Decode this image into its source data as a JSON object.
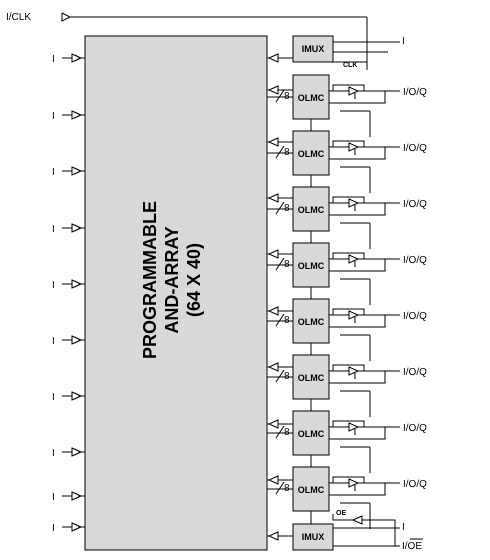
{
  "array": {
    "title_line1": "PROGRAMMABLE",
    "title_line2": "AND-ARRAY",
    "title_line3": "(64 X 40)"
  },
  "clock_input": {
    "label": "I/CLK"
  },
  "left_inputs": {
    "label": "I",
    "count": 10
  },
  "imux_top": {
    "label": "IMUX",
    "input_label": "I",
    "clk_label": "CLK"
  },
  "olmc_blocks": {
    "label": "OLMC",
    "bus_width": "8",
    "pin_label": "I/O/Q",
    "count": 8
  },
  "imux_bottom": {
    "label": "IMUX",
    "input_label": "I",
    "oe_label": "OE",
    "oe_pin_label": "I/OE"
  }
}
